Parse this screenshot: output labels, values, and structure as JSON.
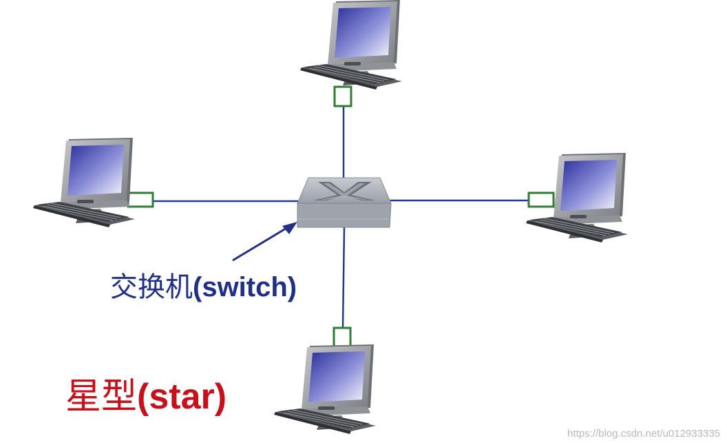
{
  "switch_label": {
    "cn": "交换机",
    "en": "(switch)"
  },
  "topology_title": {
    "cn": "星型",
    "en": "(star)"
  },
  "watermark": "https://blog.csdn.net/u012933335",
  "nodes": [
    {
      "name": "computer-top",
      "icon": "desktop-computer-icon"
    },
    {
      "name": "computer-left",
      "icon": "desktop-computer-icon"
    },
    {
      "name": "computer-right",
      "icon": "desktop-computer-icon"
    },
    {
      "name": "computer-bottom",
      "icon": "desktop-computer-icon"
    }
  ],
  "center": {
    "name": "switch",
    "icon": "network-switch-icon"
  },
  "colors": {
    "link": "#1f3a93",
    "label_blue": "#1f2f8a",
    "title_red": "#c8101a",
    "nic": "#2e7d32",
    "switch_body": "#a7acb3"
  }
}
